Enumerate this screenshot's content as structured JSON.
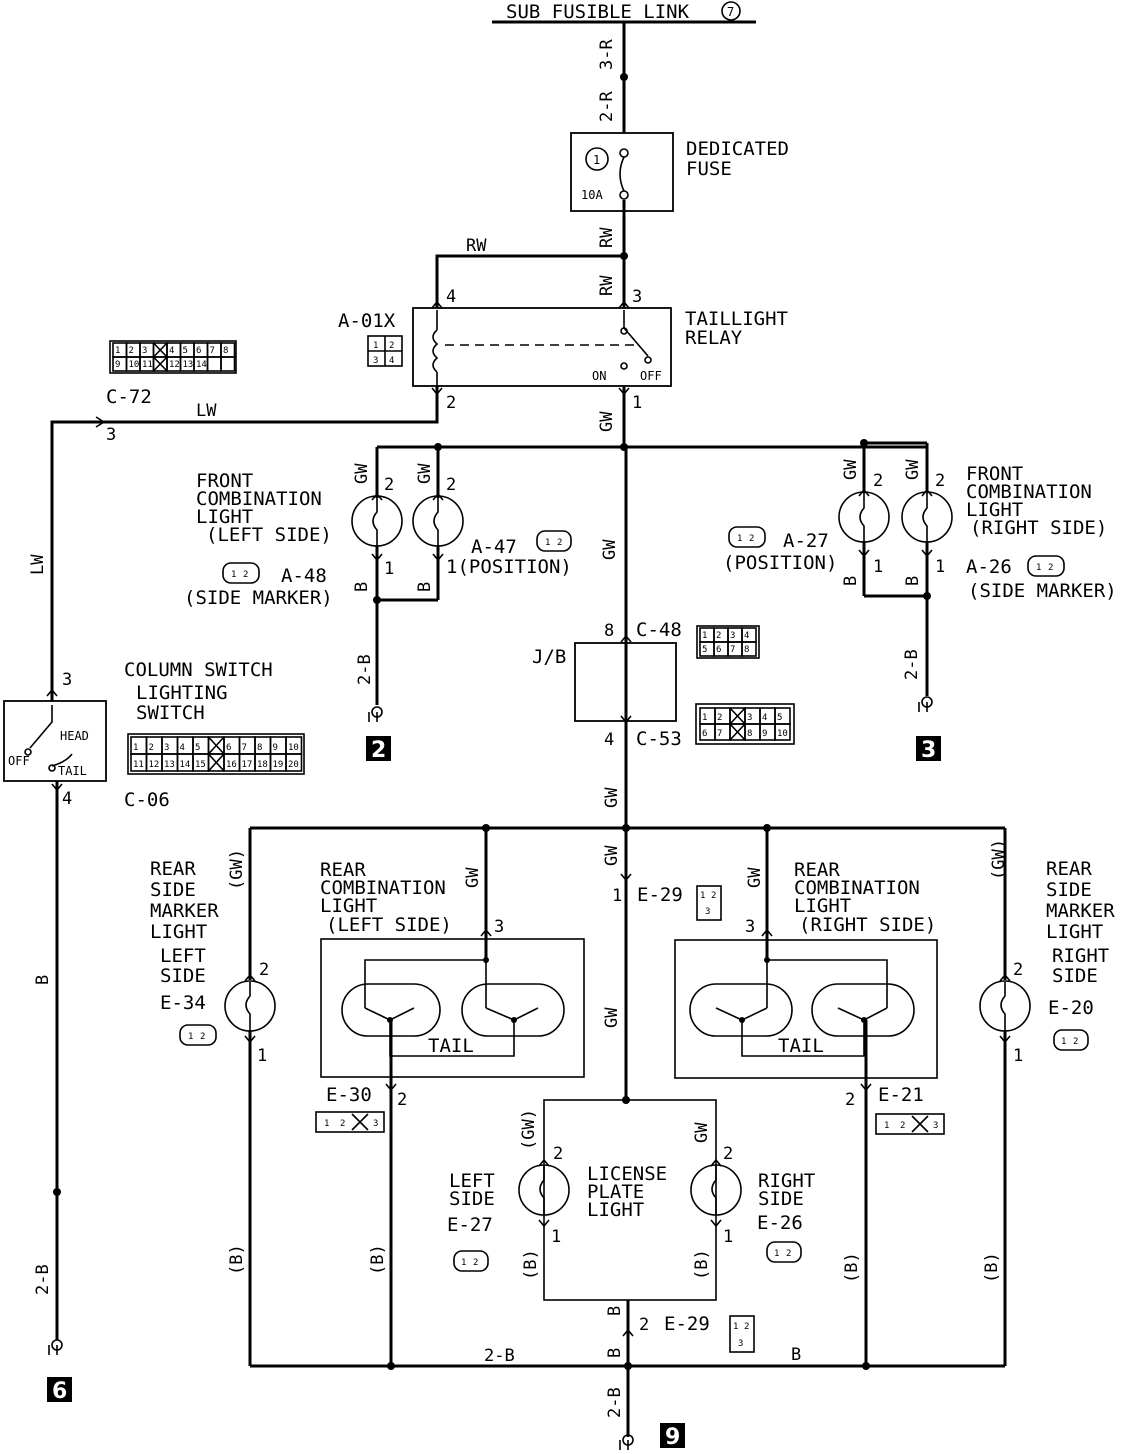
{
  "title": "SUB FUSIBLE LINK",
  "title_num": "7",
  "fuse": {
    "num": "1",
    "rating": "10A",
    "label1": "DEDICATED",
    "label2": "FUSE"
  },
  "relay": {
    "label1": "TAILLIGHT",
    "label2": "RELAY",
    "conn": "A-01X",
    "on": "ON",
    "off": "OFF",
    "pins": [
      "1",
      "2",
      "3",
      "4"
    ]
  },
  "wires": {
    "r3": "3-R",
    "r2": "2-R",
    "rw_a": "RW",
    "rw_b": "RW",
    "rw_top": "RW",
    "gw_relay": "GW",
    "lw_top": "LW",
    "lw_side": "LW",
    "gw_left1": "GW",
    "gw_left2": "GW",
    "b_left1": "B",
    "b_left2": "B",
    "b2_left": "2-B",
    "gw_mid": "GW",
    "gw_right1": "GW",
    "gw_right2": "GW",
    "b_right1": "B",
    "b_right2": "B",
    "b2_right": "2-B",
    "gw_jb_below": "GW",
    "gw_rear_mid": "GW",
    "gw_rear_long": "GW",
    "gw_paren_left": "(GW)",
    "gw_paren_right": "(GW)",
    "gw_rcl_left": "GW",
    "gw_rcl_right": "GW",
    "gw_lic_left": "(GW)",
    "gw_lic_right": "GW",
    "b_paren1": "(B)",
    "b_paren2": "(B)",
    "b_paren3": "(B)",
    "b_paren4": "(B)",
    "b_lic_left": "(B)",
    "b_lic_right": "(B)",
    "b_sw": "B",
    "b2_sw": "2-B",
    "b_bot1": "B",
    "b_bot2": "B",
    "b2_bot": "2-B",
    "b2_bottom_left": "2-B",
    "b_bottom_right": "B"
  },
  "connectors": {
    "c72": "C-72",
    "c72_pin": "3",
    "c72_cells": [
      "1",
      "2",
      "3",
      "4",
      "5",
      "6",
      "7",
      "8",
      "9",
      "10",
      "11",
      "12",
      "13",
      "14"
    ],
    "a47": "A-47",
    "a48": "A-48",
    "a27": "A-27",
    "a26": "A-26",
    "c48": "C-48",
    "c48_pin": "8",
    "c48_cells": [
      "1",
      "2",
      "3",
      "4",
      "5",
      "6",
      "7",
      "8"
    ],
    "c53": "C-53",
    "c53_pin": "4",
    "c53_cells": [
      "1",
      "2",
      "3",
      "4",
      "5",
      "6",
      "7",
      "8",
      "9",
      "10"
    ],
    "c06": "C-06",
    "c06_cells": [
      "1",
      "2",
      "3",
      "4",
      "5",
      "6",
      "7",
      "8",
      "9",
      "10",
      "11",
      "12",
      "13",
      "14",
      "15",
      "16",
      "17",
      "18",
      "19",
      "20"
    ],
    "e29_top": "E-29",
    "e29_top_pin": "1",
    "e29_bot": "E-29",
    "e29_bot_pin": "2",
    "e34": "E-34",
    "e20": "E-20",
    "e30": "E-30",
    "e21": "E-21",
    "e27": "E-27",
    "e26": "E-26",
    "jb": "J/B",
    "pair": [
      "1",
      "2"
    ],
    "triple": [
      "1",
      "2",
      "3"
    ]
  },
  "components": {
    "fcl_left": [
      "FRONT",
      "COMBINATION",
      "LIGHT",
      "(LEFT SIDE)"
    ],
    "fcl_right": [
      "FRONT",
      "COMBINATION",
      "LIGHT",
      "(RIGHT SIDE)"
    ],
    "position": "(POSITION)",
    "position_left": "1(POSITION)",
    "side_marker": "(SIDE MARKER)",
    "column_switch": [
      "COLUMN SWITCH",
      "LIGHTING",
      "SWITCH"
    ],
    "head": "HEAD",
    "off": "OFF",
    "tail": "TAIL",
    "rsm_left": [
      "REAR",
      "SIDE",
      "MARKER",
      "LIGHT",
      "LEFT",
      "SIDE"
    ],
    "rsm_right": [
      "REAR",
      "SIDE",
      "MARKER",
      "LIGHT",
      "RIGHT",
      "SIDE"
    ],
    "rcl_left": [
      "REAR",
      "COMBINATION",
      "LIGHT",
      "(LEFT SIDE)"
    ],
    "rcl_right": [
      "REAR",
      "COMBINATION",
      "LIGHT",
      "(RIGHT SIDE)"
    ],
    "license": [
      "LICENSE",
      "PLATE",
      "LIGHT"
    ],
    "lic_left": [
      "LEFT",
      "SIDE"
    ],
    "lic_right": [
      "RIGHT",
      "SIDE"
    ]
  },
  "pins": {
    "p1": "1",
    "p2": "2",
    "p3": "3",
    "p4": "4"
  },
  "grounds": [
    "2",
    "3",
    "6",
    "9"
  ]
}
